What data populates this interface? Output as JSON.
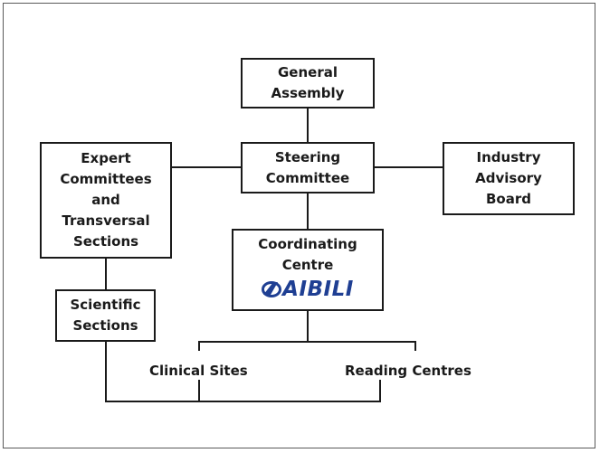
{
  "nodes": {
    "general_assembly": [
      "General",
      "Assembly"
    ],
    "steering_committee": [
      "Steering",
      "Committee"
    ],
    "expert_committees": [
      "Expert",
      "Committees",
      "and",
      "Transversal",
      "Sections"
    ],
    "industry_board": [
      "Industry",
      "Advisory",
      "Board"
    ],
    "coordinating_centre": [
      "Coordinating",
      "Centre"
    ],
    "scientific_sections": [
      "Scientific",
      "Sections"
    ]
  },
  "logo": {
    "text": "AIBILI",
    "icon": "aibili-logo-icon",
    "color": "#1f3f93"
  },
  "labels": {
    "clinical_sites": "Clinical Sites",
    "reading_centres": "Reading Centres"
  }
}
